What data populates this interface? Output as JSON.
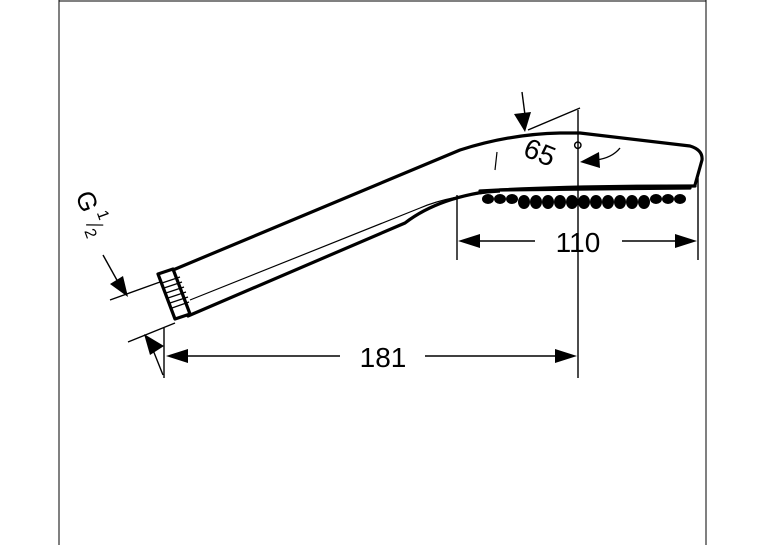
{
  "drawing": {
    "dimensions": {
      "length_total": "181",
      "head_length": "110",
      "head_width": "65"
    },
    "thread": {
      "letter": "G",
      "fraction_numerator": "1",
      "fraction_denominator": "2"
    },
    "degree_symbol": "°"
  }
}
